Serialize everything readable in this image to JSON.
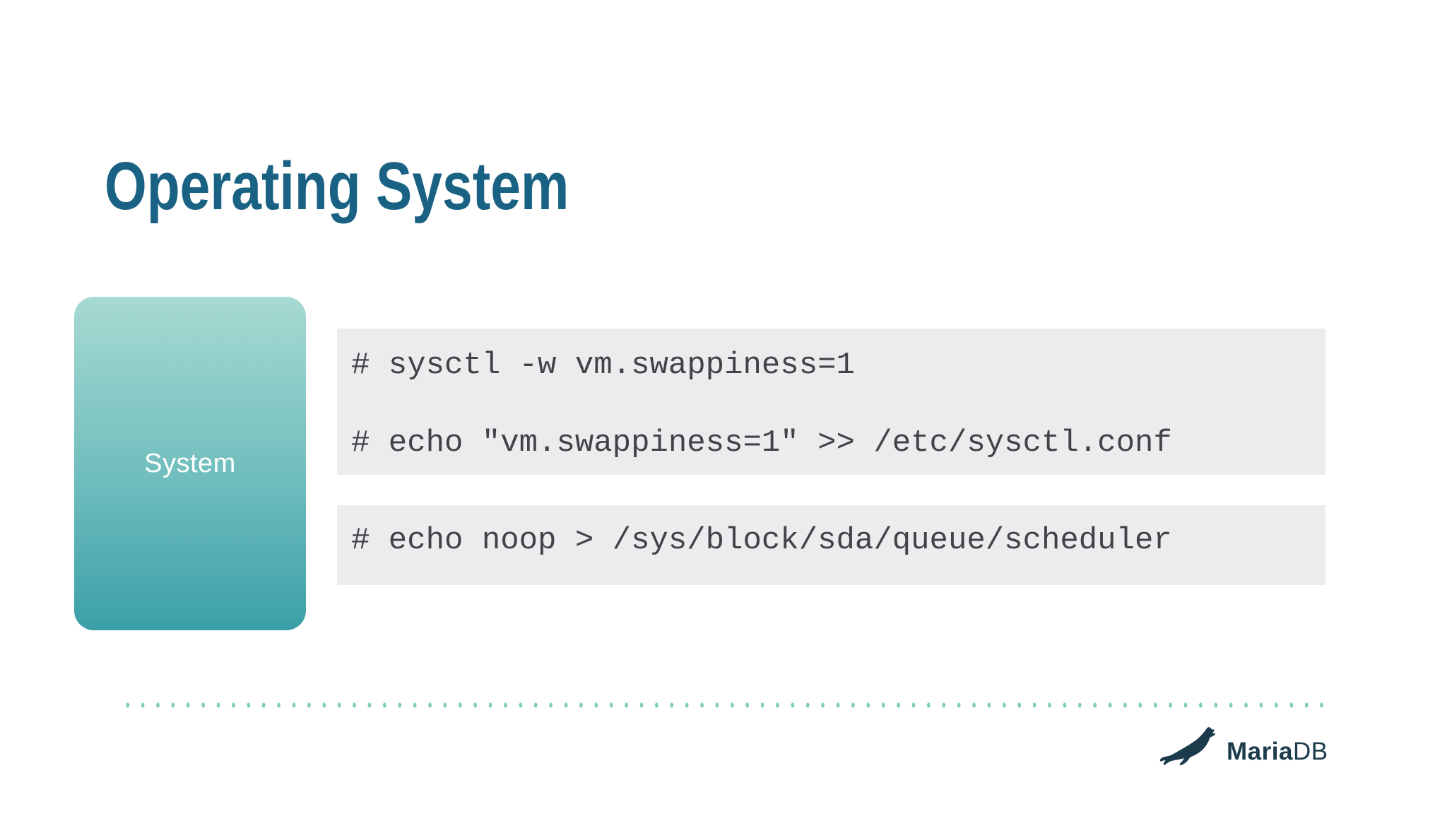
{
  "slide": {
    "title": "Operating System",
    "system_box": {
      "label": "System"
    },
    "code_blocks": [
      {
        "lines": [
          "# sysctl -w vm.swappiness=1",
          "# echo \"vm.swappiness=1\" >> /etc/sysctl.conf"
        ]
      },
      {
        "lines": [
          "# echo noop > /sys/block/sda/queue/scheduler"
        ]
      }
    ],
    "footer": {
      "brand_maria": "Maria",
      "brand_db": "DB"
    },
    "colors": {
      "background": "#FFFFFF",
      "title": "#1A6283",
      "box_gradient_top": "#A7DAD2",
      "box_gradient_bottom": "#3B9FA8",
      "box_label": "#FFFFFF",
      "code_background": "#ECEBED",
      "code_text": "#414347",
      "dotted_divider": "#7FCDBA",
      "brand": "#1C3C4C"
    }
  }
}
